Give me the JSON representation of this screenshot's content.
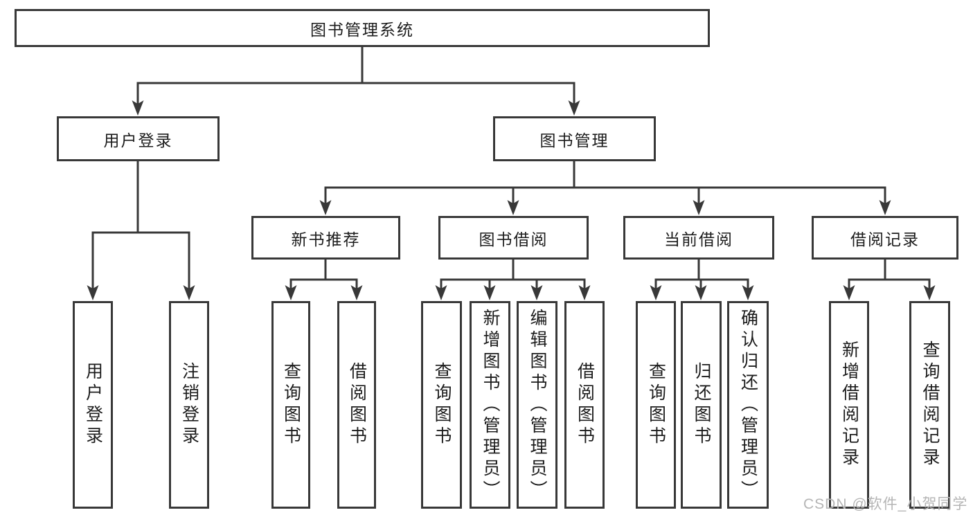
{
  "tree": {
    "label": "图书管理系统",
    "children": [
      {
        "label": "用户登录",
        "children": [
          {
            "label": "用户登录"
          },
          {
            "label": "注销登录"
          }
        ]
      },
      {
        "label": "图书管理",
        "children": [
          {
            "label": "新书推荐",
            "children": [
              {
                "label": "查询图书"
              },
              {
                "label": "借阅图书"
              }
            ]
          },
          {
            "label": "图书借阅",
            "children": [
              {
                "label": "查询图书"
              },
              {
                "label": "新增图书（管理员）"
              },
              {
                "label": "编辑图书（管理员）"
              },
              {
                "label": "借阅图书"
              }
            ]
          },
          {
            "label": "当前借阅",
            "children": [
              {
                "label": "查询图书"
              },
              {
                "label": "归还图书"
              },
              {
                "label": "确认归还（管理员）"
              }
            ]
          },
          {
            "label": "借阅记录",
            "children": [
              {
                "label": "新增借阅记录"
              },
              {
                "label": "查询借阅记录"
              }
            ]
          }
        ]
      }
    ]
  },
  "watermark": {
    "text": "CSDN @软件_小贺同学"
  },
  "colors": {
    "line": "#383838",
    "node_text": "#1c1c1c",
    "node_background": "#ffffff",
    "page_background": "#ffffff",
    "watermark": "#b5b5b5"
  }
}
